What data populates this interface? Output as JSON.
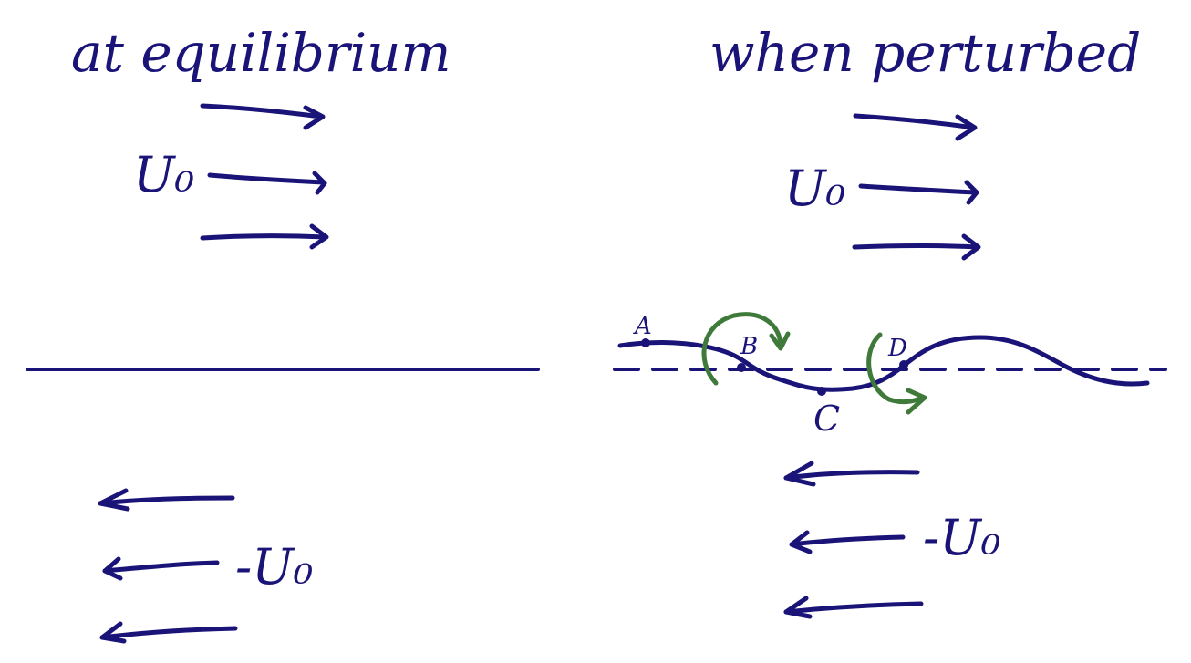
{
  "panels": {
    "left": {
      "title": "at equilibrium",
      "upper_flow_label": "U₀",
      "lower_flow_label": "-U₀"
    },
    "right": {
      "title": "when perturbed",
      "upper_flow_label": "U₀",
      "lower_flow_label": "-U₀",
      "points": [
        "A",
        "B",
        "C",
        "D"
      ]
    }
  },
  "colors": {
    "ink": "#1b1478",
    "green": "#3f7a3a"
  }
}
